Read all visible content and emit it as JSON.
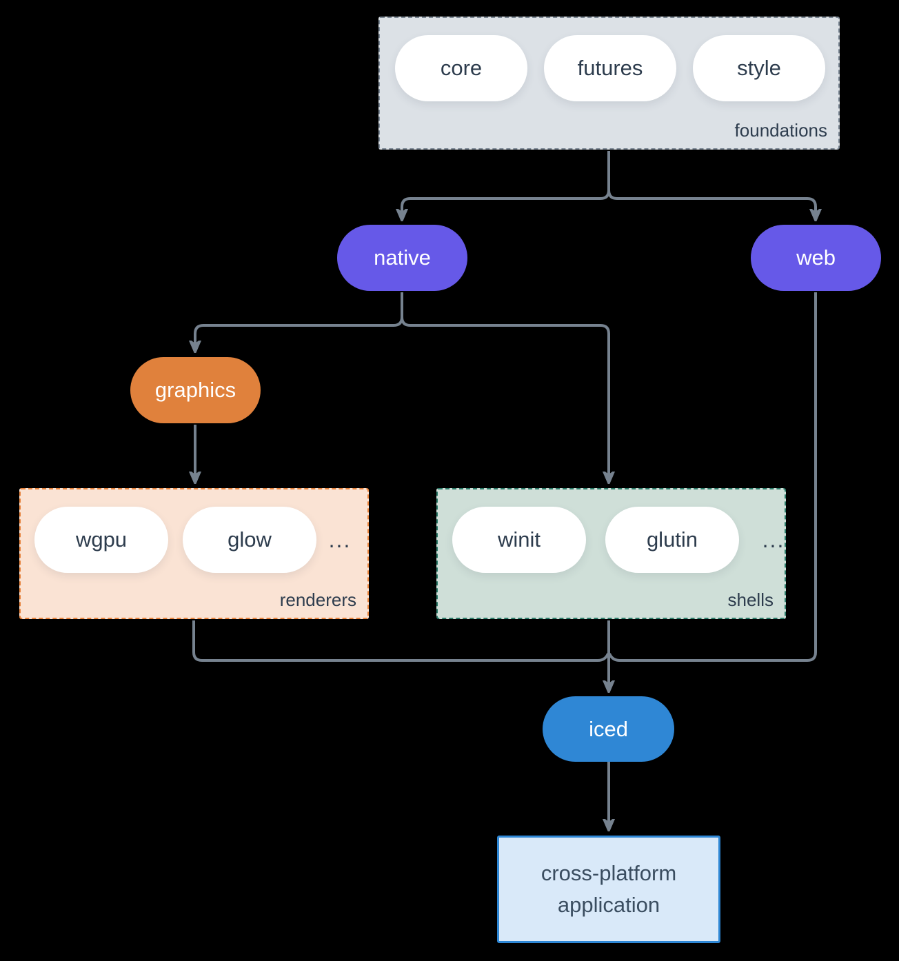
{
  "diagram": {
    "title_semantic": "iced ecosystem architecture diagram",
    "background_color": "#000000",
    "connector_color": "#76828f",
    "groups": {
      "foundations": {
        "label": "foundations",
        "fill": "#dce1e6",
        "border_color": "#7b8794",
        "items": [
          "core",
          "futures",
          "style"
        ]
      },
      "renderers": {
        "label": "renderers",
        "fill": "#fae3d4",
        "border_color": "#e7823b",
        "items": [
          "wgpu",
          "glow"
        ],
        "ellipsis": "..."
      },
      "shells": {
        "label": "shells",
        "fill": "#cfdfd8",
        "border_color": "#2a7a68",
        "items": [
          "winit",
          "glutin"
        ],
        "ellipsis": "..."
      }
    },
    "nodes": {
      "native": {
        "label": "native",
        "fill": "#6659e8"
      },
      "web": {
        "label": "web",
        "fill": "#6659e8"
      },
      "graphics": {
        "label": "graphics",
        "fill": "#e0813c"
      },
      "iced": {
        "label": "iced",
        "fill": "#2f87d5"
      },
      "application": {
        "label": "cross-platform application",
        "line1": "cross-platform",
        "line2": "application",
        "fill": "#d9e9f9",
        "border_color": "#2e87d5"
      }
    },
    "edges": [
      "foundations -> native",
      "foundations -> web",
      "native -> graphics",
      "native -> shells",
      "graphics -> renderers",
      "renderers -> iced",
      "shells -> iced",
      "web -> iced",
      "iced -> application"
    ]
  }
}
